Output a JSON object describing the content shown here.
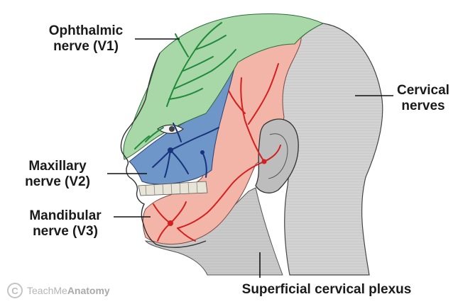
{
  "labels": {
    "ophthalmic_line1": "Ophthalmic",
    "ophthalmic_line2": "nerve (V1)",
    "maxillary_line1": "Maxillary",
    "maxillary_line2": "nerve (V2)",
    "mandibular_line1": "Mandibular",
    "mandibular_line2": "nerve (V3)",
    "cervical_line1": "Cervical",
    "cervical_line2": "nerves",
    "superficial": "Superficial cervical plexus"
  },
  "credit": {
    "symbol": "C",
    "brand_light": "TeachMe",
    "brand_bold": "Anatomy"
  },
  "colors": {
    "ophthalmic_region": "#a9d8a8",
    "ophthalmic_nerve": "#1f8a3a",
    "maxillary_region": "#6f96c9",
    "maxillary_nerve": "#17347a",
    "mandibular_region": "#f3b5a7",
    "mandibular_nerve": "#d51f1f",
    "cervical_region": "#d2d2d2",
    "superficial_region": "#c9c9c9"
  }
}
